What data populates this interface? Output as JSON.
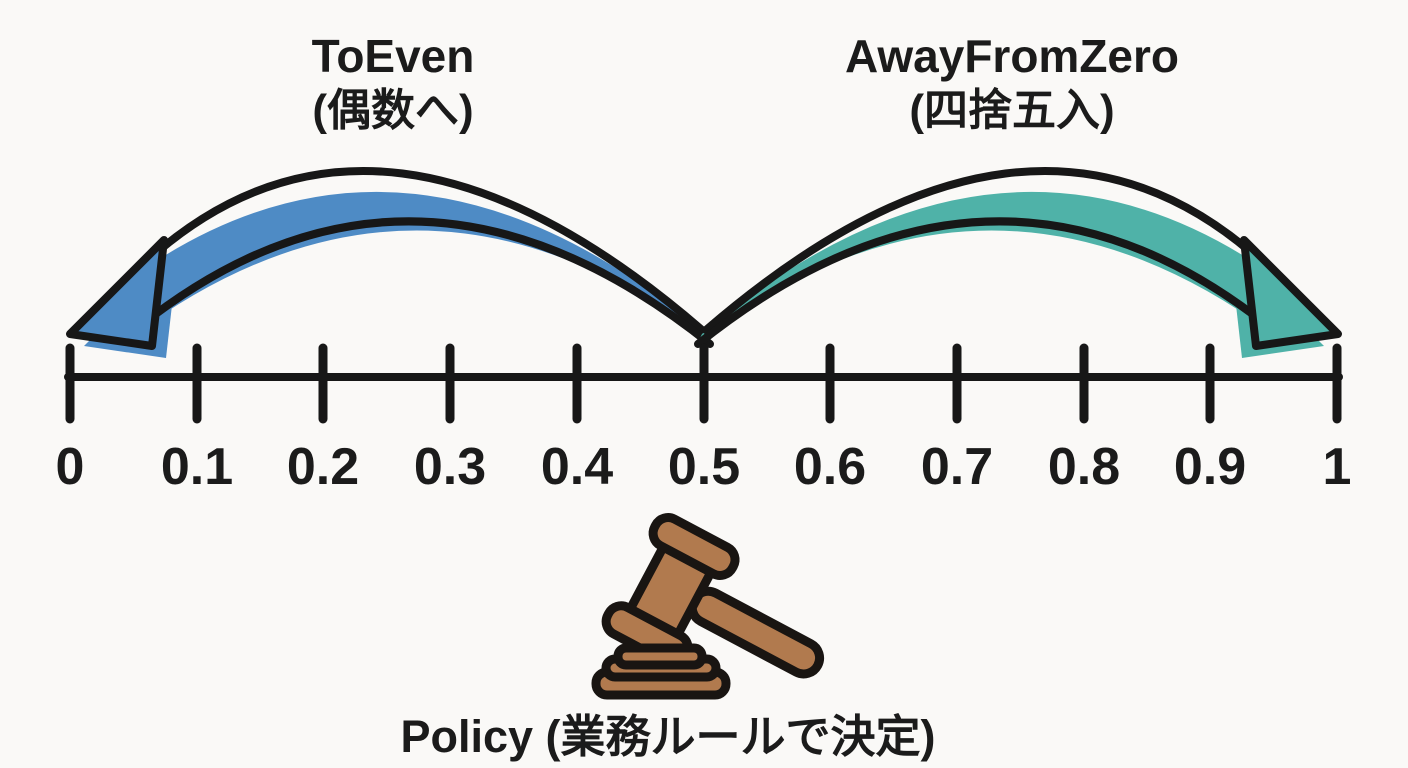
{
  "diagram": {
    "methods": {
      "left": {
        "label": "ToEven",
        "sublabel": "(偶数へ)"
      },
      "right": {
        "label": "AwayFromZero",
        "sublabel": "(四捨五入)"
      }
    },
    "number_line": {
      "tick_labels": [
        "0",
        "0.1",
        "0.2",
        "0.3",
        "0.4",
        "0.5",
        "0.6",
        "0.7",
        "0.8",
        "0.9",
        "1"
      ]
    },
    "footer": {
      "label": "Policy (業務ルールで決定)"
    },
    "icons": {
      "center_bottom": "gavel"
    },
    "colors": {
      "background": "#faf9f7",
      "text": "#1b1b1b",
      "outline": "#171717",
      "to_even_arrow": "#4e8bc5",
      "away_from_zero_arrow": "#4fb2a8",
      "gavel_brown": "#b17a4e"
    }
  }
}
